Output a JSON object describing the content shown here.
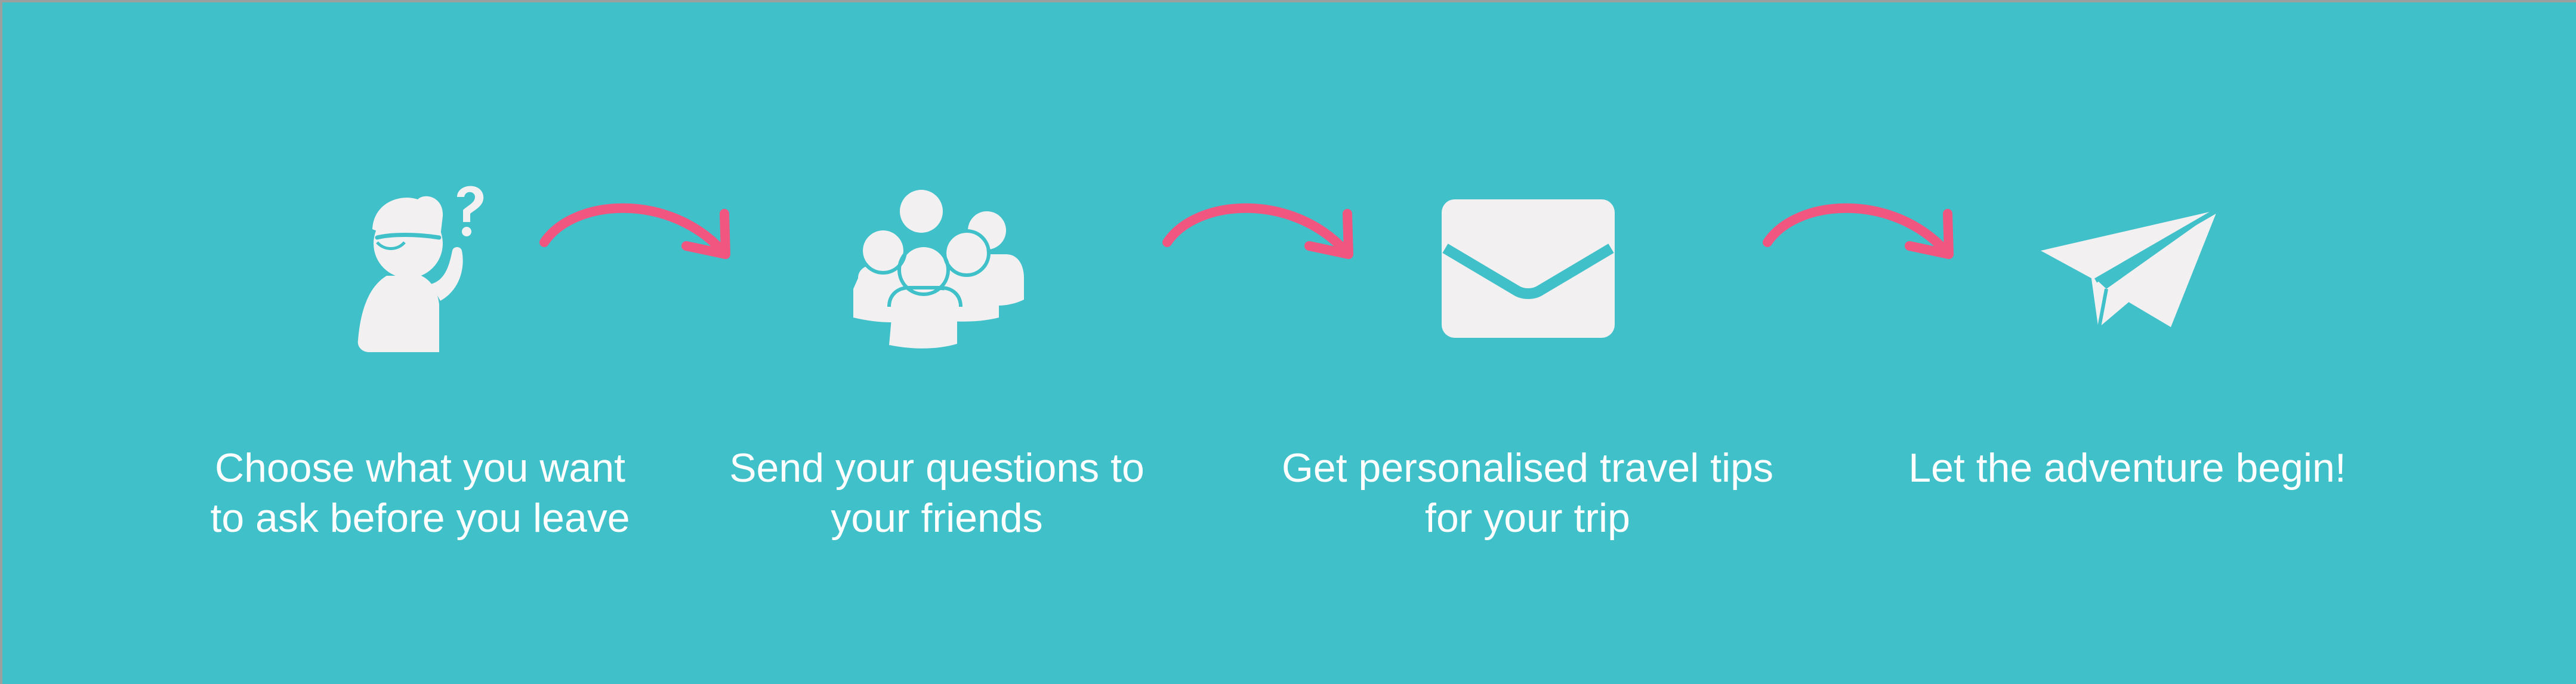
{
  "steps": [
    {
      "icon": "person-question-icon",
      "caption_line1": "Choose what you want",
      "caption_line2": "to ask before you leave"
    },
    {
      "icon": "group-icon",
      "caption_line1": "Send your questions to",
      "caption_line2": "your friends"
    },
    {
      "icon": "envelope-icon",
      "caption_line1": "Get personalised travel tips",
      "caption_line2": "for your trip"
    },
    {
      "icon": "paper-plane-icon",
      "caption_line1": "Let the adventure begin!",
      "caption_line2": ""
    }
  ],
  "arrows": [
    {
      "icon": "curved-arrow-icon"
    },
    {
      "icon": "curved-arrow-icon"
    },
    {
      "icon": "curved-arrow-icon"
    }
  ],
  "colors": {
    "background": "#40c1ca",
    "icon": "#f2f0f1",
    "arrow": "#f0567f",
    "text": "#ffffff"
  }
}
